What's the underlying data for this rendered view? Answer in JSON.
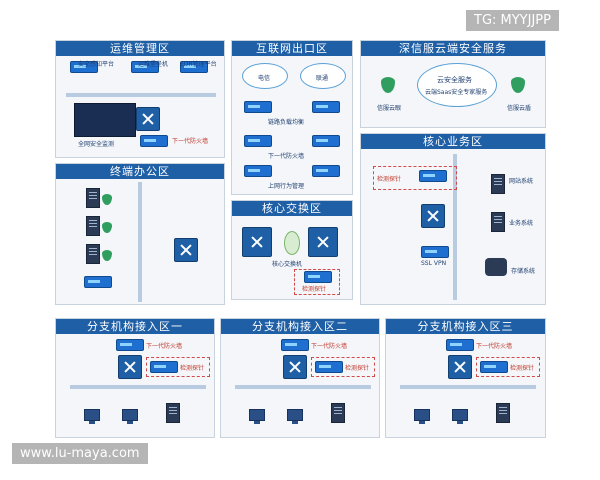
{
  "watermarks": {
    "top_right": "TG: MYYJJPP",
    "bottom_left": "www.lu-maya.com"
  },
  "zones": {
    "ops": {
      "title": "运维管理区",
      "labels": [
        "安全感知平台",
        "运维堡垒机",
        "EDR管理平台",
        "全网安全监测",
        "下一代防火墙"
      ]
    },
    "internet": {
      "title": "互联网出口区",
      "labels": [
        "电信",
        "联通",
        "链路负载均衡",
        "下一代防火墙",
        "上网行为管理"
      ]
    },
    "cloud": {
      "title": "深信服云端安全服务",
      "labels": [
        "云安全服务",
        "云端Saas安全专家服务",
        "信服云眼",
        "信服云盾"
      ]
    },
    "office": {
      "title": "终端办公区"
    },
    "core_switch": {
      "title": "核心交换区",
      "labels": [
        "核心交换机",
        "检测探针"
      ]
    },
    "core_biz": {
      "title": "核心业务区",
      "labels": [
        "检测探针",
        "网站系统",
        "业务系统",
        "SSL VPN",
        "存储系统"
      ]
    },
    "branch1": {
      "title": "分支机构接入区一",
      "labels": [
        "下一代防火墙",
        "检测探针"
      ]
    },
    "branch2": {
      "title": "分支机构接入区二",
      "labels": [
        "下一代防火墙",
        "检测探针"
      ]
    },
    "branch3": {
      "title": "分支机构接入区三",
      "labels": [
        "下一代防火墙",
        "检测探针"
      ]
    }
  }
}
